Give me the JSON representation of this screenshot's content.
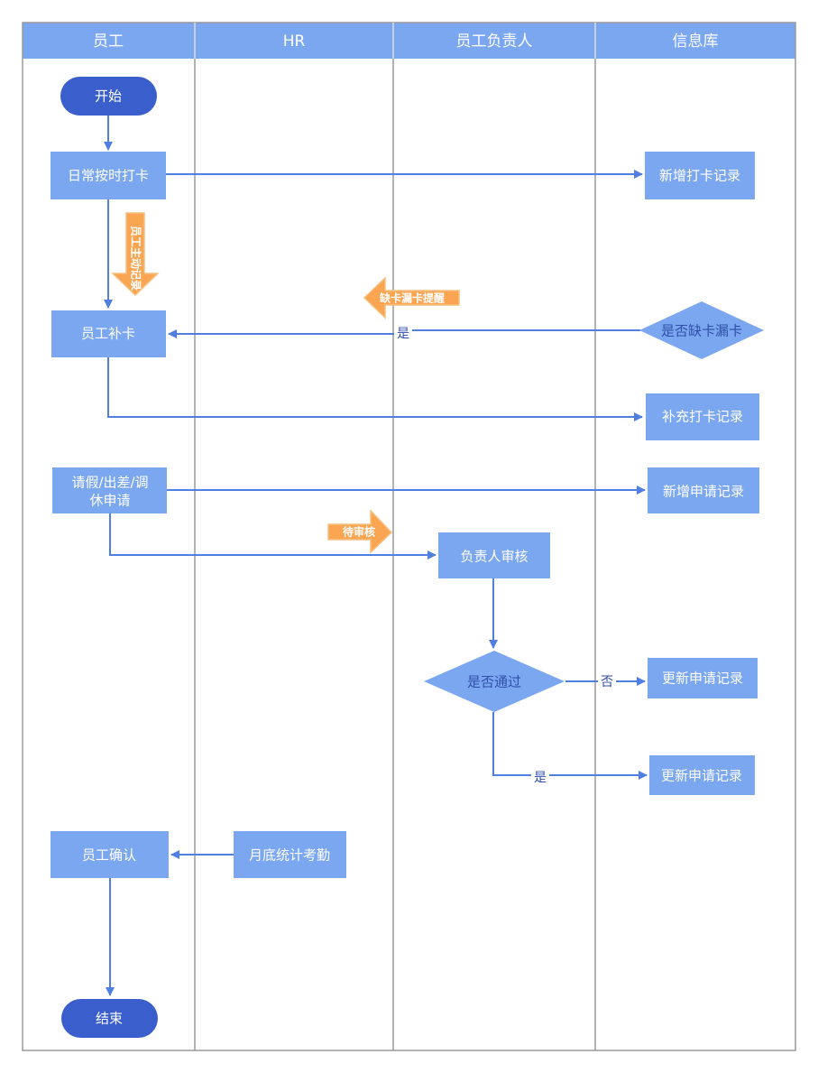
{
  "lanes": [
    "员工",
    "HR",
    "员工负责人",
    "信息库"
  ],
  "nodes": {
    "start": "开始",
    "daily_clock": "日常按时打卡",
    "new_clock_record": "新增打卡记录",
    "missing_check": "是否缺卡漏卡",
    "employee_makeup": "员工补卡",
    "supplement_record": "补充打卡记录",
    "leave_request_line1": "请假/出差/调",
    "leave_request_line2": "休申请",
    "new_request_record": "新增申请记录",
    "manager_review": "负责人审核",
    "pass_check": "是否通过",
    "update_record_no": "更新申请记录",
    "update_record_yes": "更新申请记录",
    "monthly_stats": "月底统计考勤",
    "employee_confirm": "员工确认",
    "end": "结束"
  },
  "edge_labels": {
    "missing_yes": "是",
    "pass_no": "否",
    "pass_yes": "是"
  },
  "notes": {
    "self_reminder": "员工主动记录",
    "missing_reminder": "缺卡漏卡提醒",
    "pending_review": "待审核"
  },
  "colors": {
    "lane_header": "#7ba7f0",
    "process_box": "#7ba7f0",
    "terminal": "#3a5fcd",
    "connector": "#4f7fe0",
    "note_arrow": "#f9a552"
  }
}
